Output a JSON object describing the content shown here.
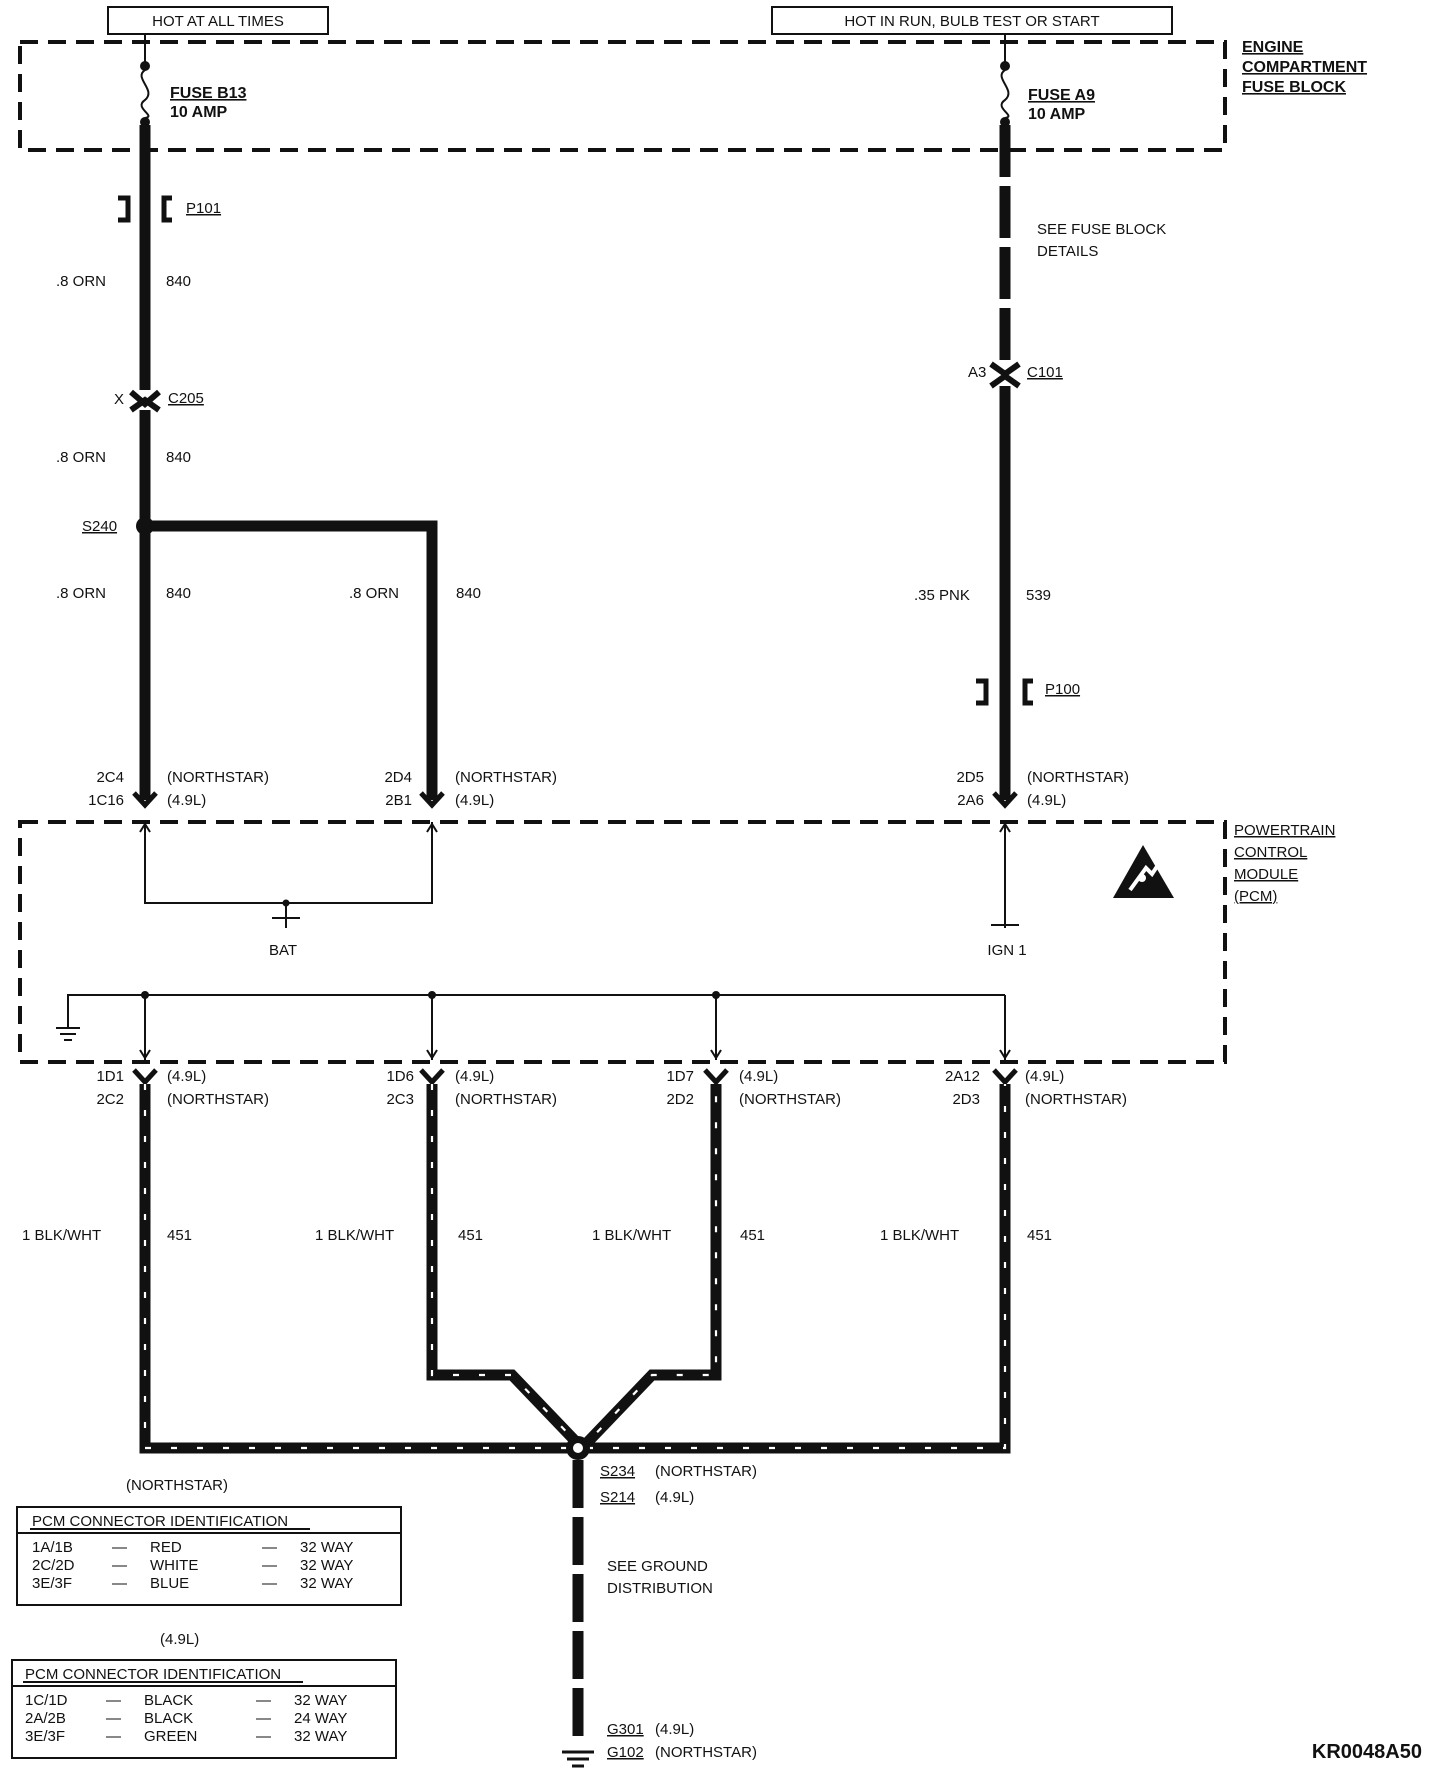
{
  "supplies": {
    "left_header": "HOT AT ALL TIMES",
    "right_header": "HOT IN RUN,  BULB TEST OR START"
  },
  "fuse_block": {
    "title_line1": "ENGINE",
    "title_line2": "COMPARTMENT",
    "title_line3": "FUSE BLOCK",
    "left_fuse_name": "FUSE B13",
    "left_fuse_rating": "10 AMP",
    "right_fuse_name": "FUSE A9",
    "right_fuse_rating": "10 AMP"
  },
  "left_circuit": {
    "p101": "P101",
    "wire_color": ".8 ORN",
    "circuit_no": "840",
    "c205_pin": "X",
    "c205": "C205",
    "splice": "S240",
    "branch_color": ".8 ORN",
    "branch_circuit": "840"
  },
  "right_circuit": {
    "note_line1": "SEE FUSE BLOCK",
    "note_line2": "DETAILS",
    "c101_pin": "A3",
    "c101": "C101",
    "wire_color": ".35 PNK",
    "circuit_no": "539",
    "p100": "P100"
  },
  "pcm_inputs": {
    "pin1_a": "2C4",
    "pin1_b": "1C16",
    "pin2_a": "2D4",
    "pin2_b": "2B1",
    "pin3_a": "2D5",
    "pin3_b": "2A6",
    "variant_a": "(NORTHSTAR)",
    "variant_b": "(4.9L)",
    "bat_label": "BAT",
    "ign_label": "IGN 1"
  },
  "pcm": {
    "line1": "POWERTRAIN",
    "line2": "CONTROL",
    "line3": "MODULE",
    "line4": "(PCM)"
  },
  "pcm_grounds": {
    "pins_a": [
      "1D1",
      "1D6",
      "1D7",
      "2A12"
    ],
    "pins_b": [
      "2C2",
      "2C3",
      "2D2",
      "2D3"
    ],
    "variant_a": "(4.9L)",
    "variant_b": "(NORTHSTAR)",
    "wire_color": "1 BLK/WHT",
    "circuit_no": "451"
  },
  "ground_splice": {
    "s234": "S234",
    "s234_note": "(NORTHSTAR)",
    "s214": "S214",
    "s214_note": "(4.9L)",
    "note_line1": "SEE GROUND",
    "note_line2": "DISTRIBUTION",
    "g301": "G301",
    "g301_note": "(4.9L)",
    "g102": "G102",
    "g102_note": "(NORTHSTAR)"
  },
  "connector_tables": [
    {
      "caption": "(NORTHSTAR)",
      "title": "PCM CONNECTOR IDENTIFICATION",
      "rows": [
        {
          "id": "1A/1B",
          "color": "RED",
          "size": "32 WAY"
        },
        {
          "id": "2C/2D",
          "color": "WHITE",
          "size": "32 WAY"
        },
        {
          "id": "3E/3F",
          "color": "BLUE",
          "size": "32 WAY"
        }
      ]
    },
    {
      "caption": "(4.9L)",
      "title": "PCM CONNECTOR IDENTIFICATION",
      "rows": [
        {
          "id": "1C/1D",
          "color": "BLACK",
          "size": "32 WAY"
        },
        {
          "id": "2A/2B",
          "color": "BLACK",
          "size": "24 WAY"
        },
        {
          "id": "3E/3F",
          "color": "GREEN",
          "size": "32 WAY"
        }
      ]
    }
  ],
  "table_dash": "—",
  "figure_code": "KR0048A50",
  "colors": {
    "ink": "#111111",
    "paper": "#ffffff"
  }
}
